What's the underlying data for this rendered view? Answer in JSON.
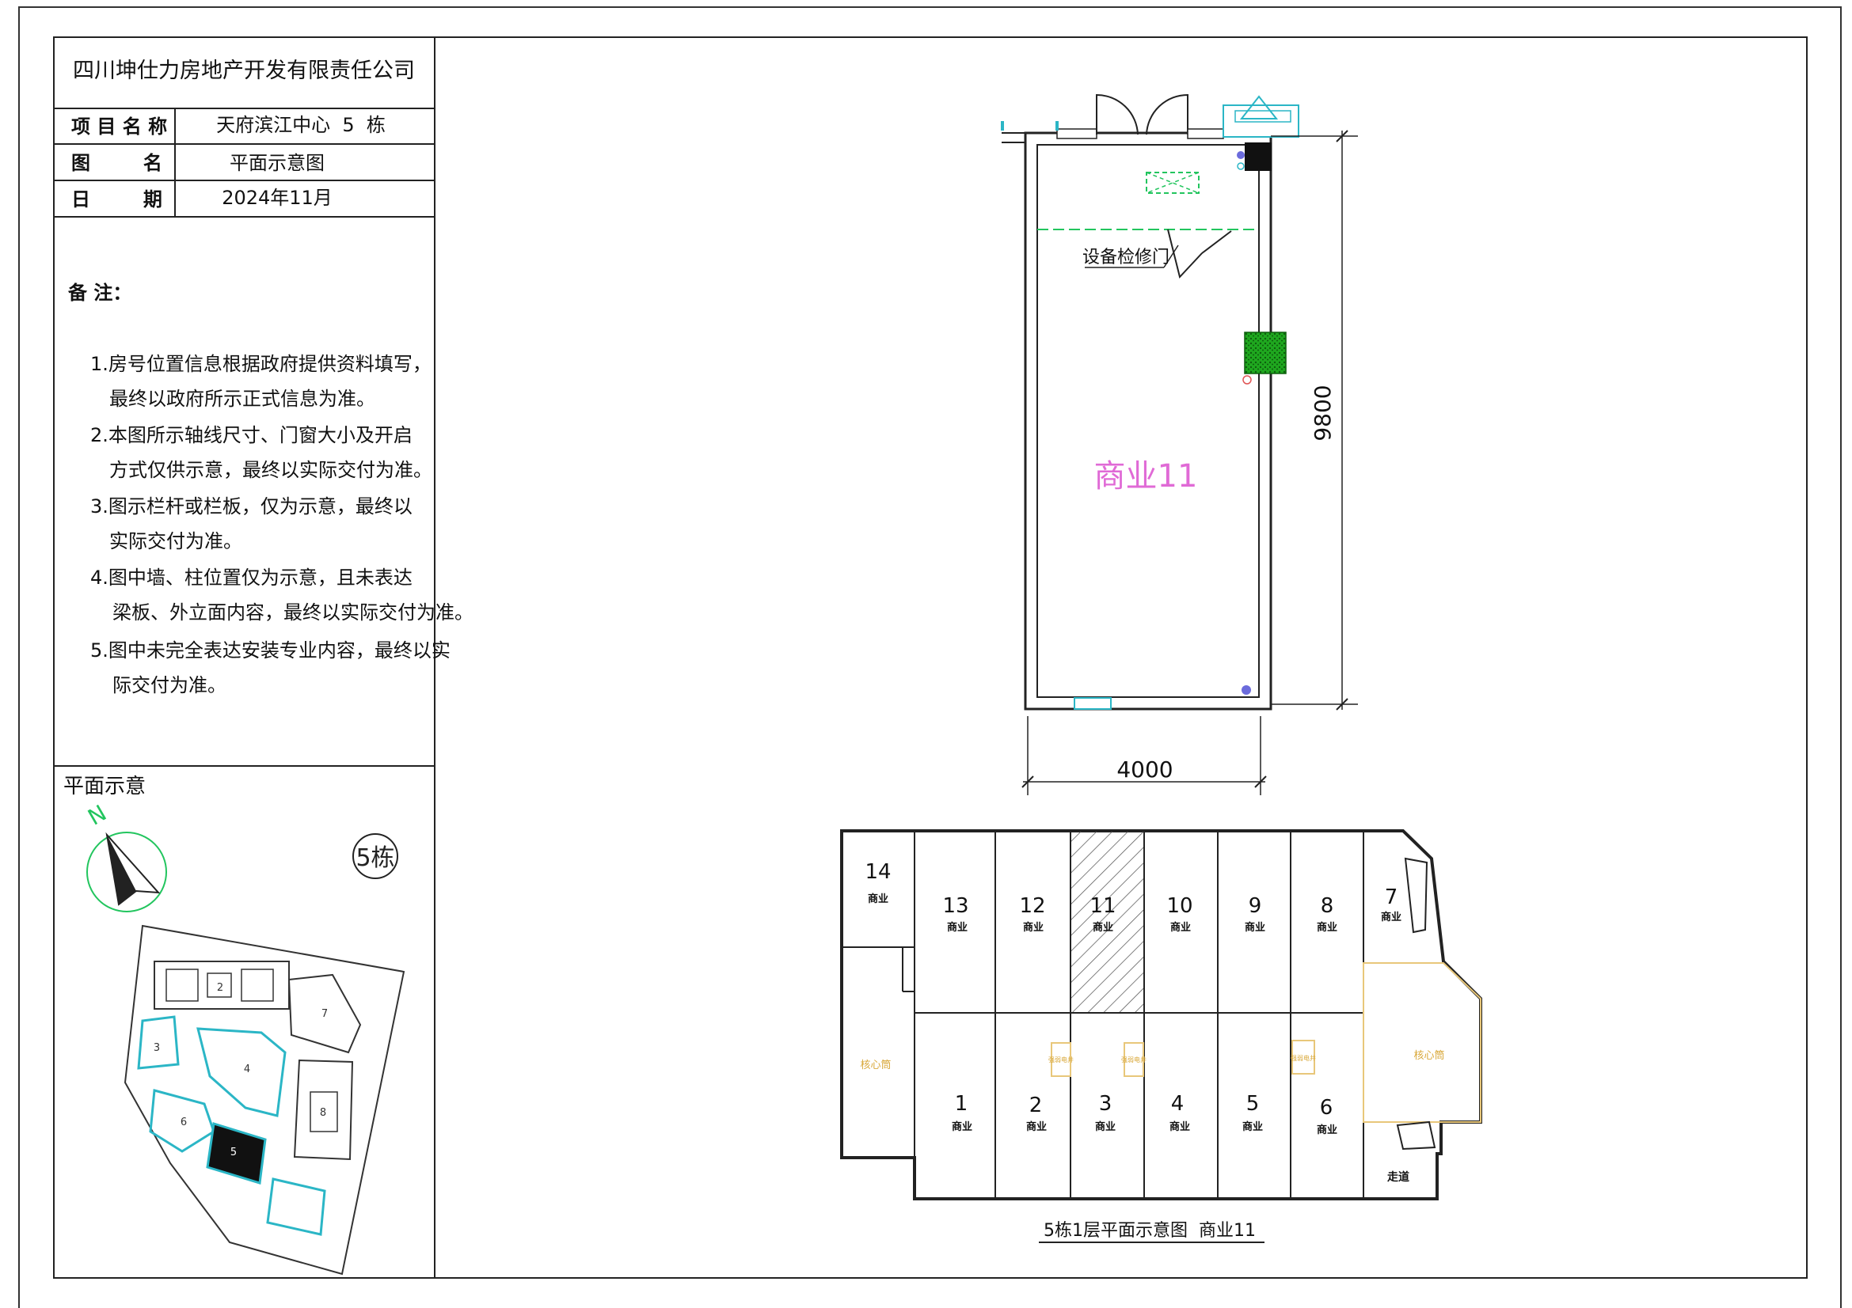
{
  "title_block": {
    "company": "四川坤仕力房地产开发有限责任公司",
    "rows": [
      {
        "label": "项 目 名 称",
        "value": "天府滨江中心  5  栋"
      },
      {
        "label": "图        名",
        "value": "平面示意图"
      },
      {
        "label": "日        期",
        "value": "2024年11月"
      }
    ]
  },
  "notes": {
    "heading": "备  注：",
    "lines": [
      "1.房号位置信息根据政府提供资料填写，",
      "最终以政府所示正式信息为准。",
      "2.本图所示轴线尺寸、门窗大小及开启",
      "方式仅供示意，最终以实际交付为准。",
      "3.图示栏杆或栏板，仅为示意，最终以",
      "实际交付为准。",
      "4.图中墙、柱位置仅为示意，且未表达",
      "梁板、外立面内容，最终以实际交付为准。",
      "5.图中未完全表达安装专业内容，最终以实",
      "际交付为准。"
    ]
  },
  "site_plan": {
    "title": "平面示意",
    "north_label": "N",
    "building_tag": "5栋",
    "building_numbers": [
      "2",
      "3",
      "4",
      "5",
      "6",
      "7",
      "8"
    ]
  },
  "unit_plan": {
    "unit_label": "商业11",
    "service_door_label": "设备检修门",
    "depth_dimension": "9800",
    "width_dimension": "4000"
  },
  "floor_plan": {
    "caption": "5栋1层平面示意图  商业11",
    "top_units": [
      {
        "number": "14",
        "use": "商业"
      },
      {
        "number": "13",
        "use": "商业"
      },
      {
        "number": "12",
        "use": "商业"
      },
      {
        "number": "11",
        "use": "商业"
      },
      {
        "number": "10",
        "use": "商业"
      },
      {
        "number": "9",
        "use": "商业"
      },
      {
        "number": "8",
        "use": "商业"
      },
      {
        "number": "7",
        "use": "商业"
      }
    ],
    "bottom_units": [
      {
        "number": "1",
        "use": "商业"
      },
      {
        "number": "2",
        "use": "商业"
      },
      {
        "number": "3",
        "use": "商业"
      },
      {
        "number": "4",
        "use": "商业"
      },
      {
        "number": "5",
        "use": "商业"
      },
      {
        "number": "6",
        "use": "商业"
      }
    ],
    "core_label": "核心筒",
    "shaft_label": "强弱电井",
    "corridor_label": "走道"
  }
}
